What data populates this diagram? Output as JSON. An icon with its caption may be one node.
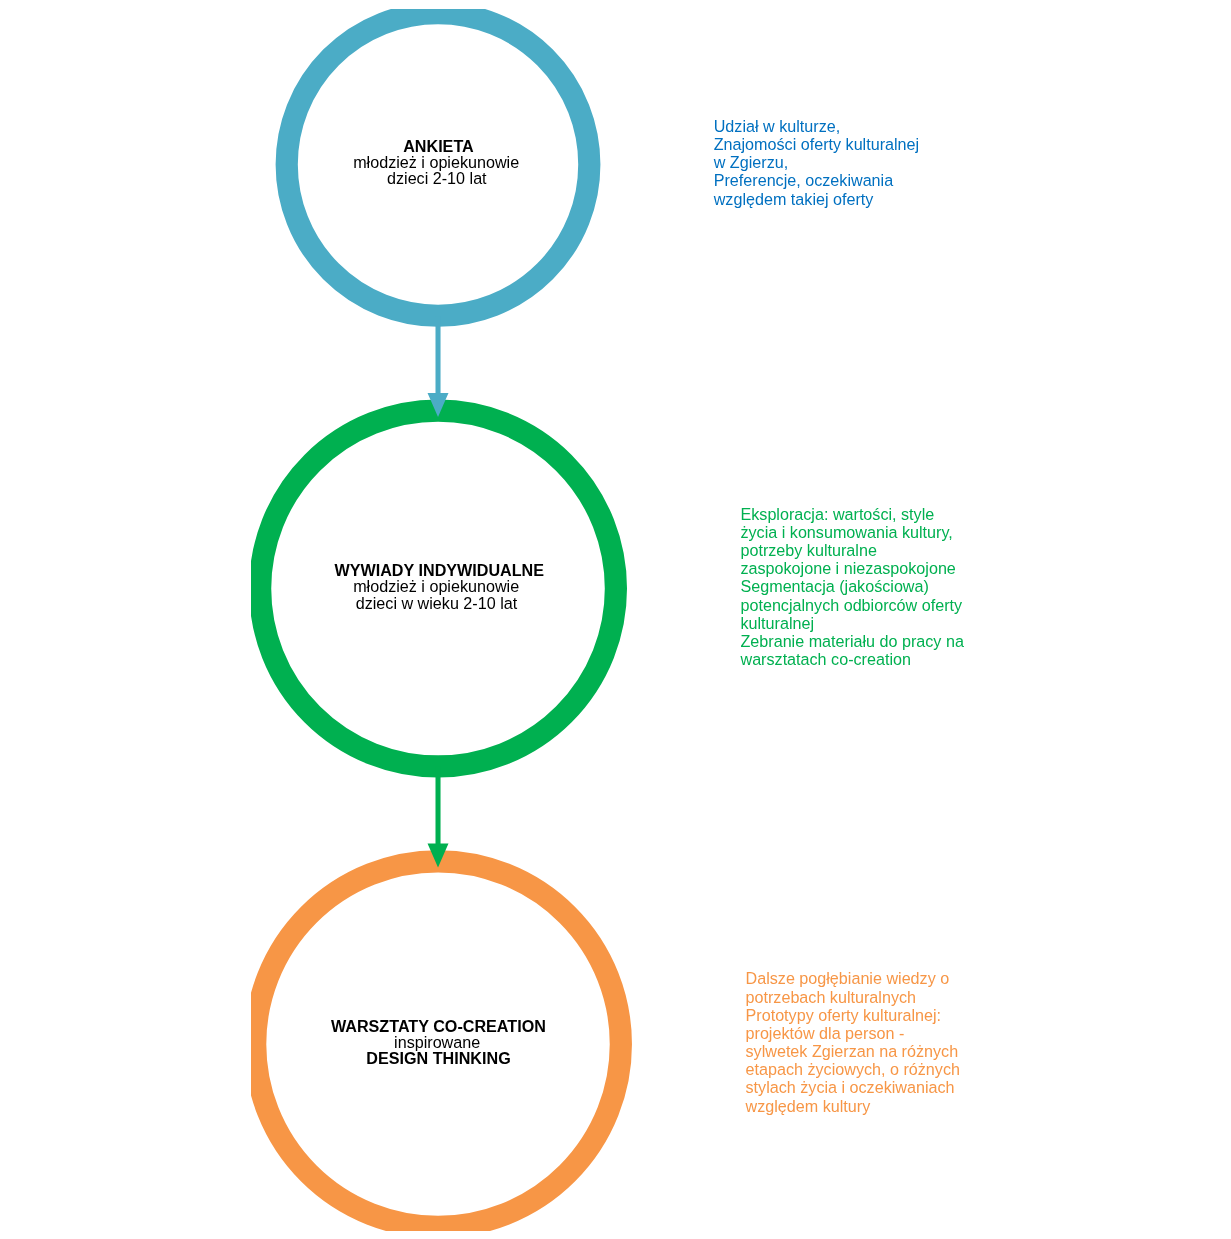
{
  "diagram": {
    "nodes": [
      {
        "text": [
          "ANKIETA",
          "młodzież i opiekunowie dzieci 2-10 lat"
        ],
        "beside": [
          "Udział w kulturze,",
          "Znajomości oferty kulturalnej w Zgierzu,",
          "Preferencje, oczekiwania względem takiej oferty"
        ]
      },
      {
        "text": [
          "WYWIADY INDYWIDUALNE",
          "młodzież i opiekunowie dzieci w wieku 2-10 lat"
        ],
        "beside": [
          "Eksploracja: wartości, style życia i konsumowania kultury, potrzeby kulturalne zaspokojone i niezaspokojone",
          "Segmentacja (jakościowa) potencjalnych odbiorców oferty kulturalnej",
          "Zebranie materiału do pracy na warsztatach co-creation"
        ]
      },
      {
        "text": [
          "WARSZTATY CO-CREATION",
          "inspirowane **DESIGN THINKING**"
        ],
        "beside": [
          "Dalsze pogłębianie wiedzy o potrzebach kulturalnych",
          "Prototypy oferty kulturalnej: projektów dla person - sylwetek Zgierzan na różnych etapach życiowych, o różnych stylach życia i oczekiwaniach względem kultury"
        ]
      }
    ],
    "edges": [
      {
        "from": 0,
        "to": 1,
        "arrow": "to",
        "color": "#4bacc6"
      },
      {
        "from": 1,
        "to": 2,
        "arrow": "to",
        "color": "#00b050"
      }
    ]
  }
}
